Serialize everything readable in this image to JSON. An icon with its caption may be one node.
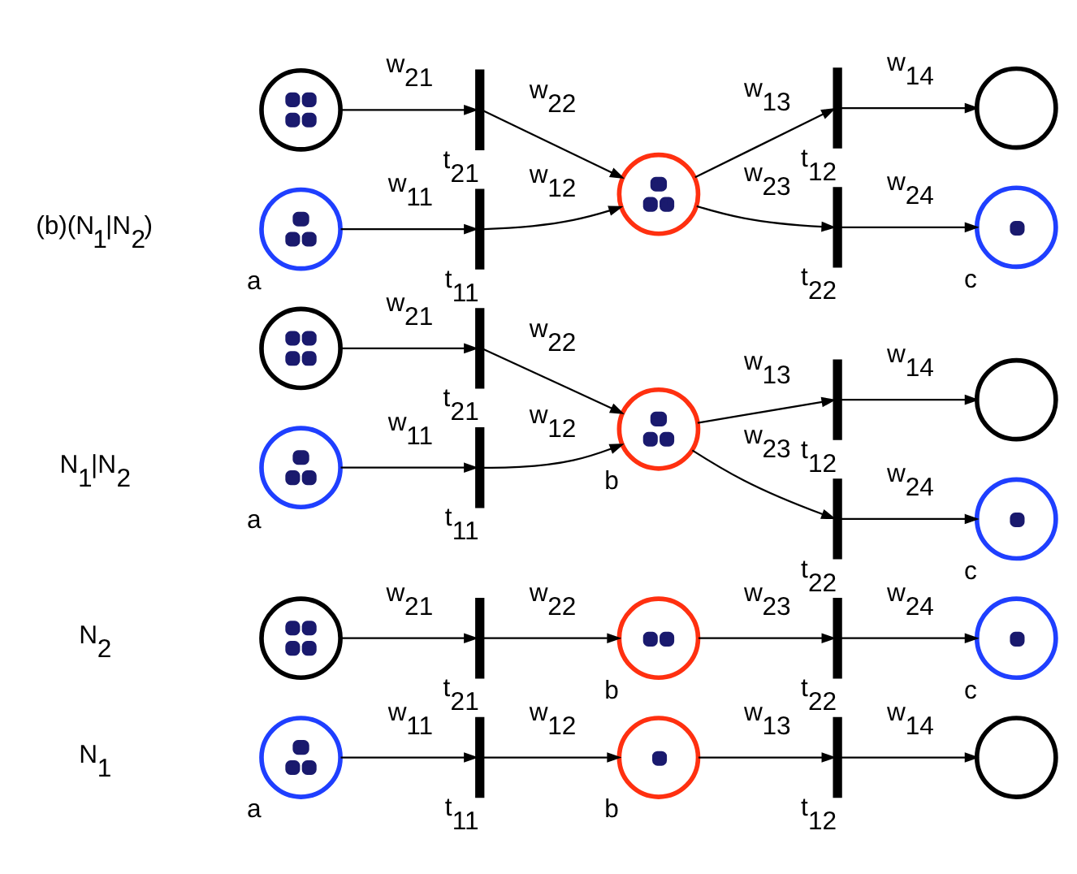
{
  "diagram": {
    "nodes": [
      {
        "text": [],
        "shape": "circle",
        "beside": [
          "a"
        ]
      },
      {
        "text": [],
        "shape": "bar",
        "beside": [
          "t$_{11}$"
        ]
      },
      {
        "text": [],
        "shape": "circle",
        "beside": [
          "b"
        ]
      },
      {
        "text": [],
        "shape": "bar",
        "beside": [
          "t$_{12}$"
        ]
      },
      {
        "text": [],
        "shape": "circle"
      },
      {
        "text": [],
        "shape": "circle"
      },
      {
        "text": [],
        "shape": "bar",
        "beside": [
          "t$_{21}$"
        ]
      },
      {
        "text": [],
        "shape": "circle",
        "beside": [
          "b"
        ]
      },
      {
        "text": [],
        "shape": "bar",
        "beside": [
          "t$_{22}$"
        ]
      },
      {
        "text": [],
        "shape": "circle",
        "beside": [
          "c"
        ]
      },
      {
        "text": [],
        "shape": "circle",
        "beside": [
          "a"
        ]
      },
      {
        "text": [],
        "shape": "bar",
        "beside": [
          "t$_{11}$"
        ]
      },
      {
        "text": [],
        "shape": "circle"
      },
      {
        "text": [],
        "shape": "bar",
        "beside": [
          "t$_{21}$"
        ]
      },
      {
        "text": [],
        "shape": "circle",
        "beside": [
          "b"
        ]
      },
      {
        "text": [],
        "shape": "bar",
        "beside": [
          "t$_{12}$"
        ]
      },
      {
        "text": [],
        "shape": "bar",
        "beside": [
          "t$_{22}$"
        ]
      },
      {
        "text": [],
        "shape": "circle"
      },
      {
        "text": [],
        "shape": "circle",
        "beside": [
          "c"
        ]
      },
      {
        "text": [],
        "shape": "circle",
        "beside": [
          "a"
        ]
      },
      {
        "text": [],
        "shape": "bar",
        "beside": [
          "t$_{11}$"
        ]
      },
      {
        "text": [],
        "shape": "circle"
      },
      {
        "text": [],
        "shape": "bar",
        "beside": [
          "t$_{21}$"
        ]
      },
      {
        "text": [],
        "shape": "circle"
      },
      {
        "text": [],
        "shape": "bar",
        "beside": [
          "t$_{12}$"
        ]
      },
      {
        "text": [],
        "shape": "bar",
        "beside": [
          "t$_{22}$"
        ]
      },
      {
        "text": [],
        "shape": "circle"
      },
      {
        "text": [],
        "shape": "circle",
        "beside": [
          "c"
        ]
      }
    ],
    "edges": [
      {
        "from": 0,
        "to": 1,
        "arrow": "to",
        "label": "w$_{11}$"
      },
      {
        "from": 1,
        "to": 2,
        "arrow": "to",
        "label": "w$_{12}$"
      },
      {
        "from": 2,
        "to": 3,
        "arrow": "to",
        "label": "w$_{13}$"
      },
      {
        "from": 3,
        "to": 4,
        "arrow": "to",
        "label": "w$_{14}$"
      },
      {
        "from": 5,
        "to": 6,
        "arrow": "to",
        "label": "w$_{21}$"
      },
      {
        "from": 6,
        "to": 7,
        "arrow": "to",
        "label": "w$_{22}$"
      },
      {
        "from": 7,
        "to": 8,
        "arrow": "to",
        "label": "w$_{23}$"
      },
      {
        "from": 8,
        "to": 9,
        "arrow": "to",
        "label": "w$_{24}$"
      },
      {
        "from": 10,
        "to": 11,
        "arrow": "to",
        "label": "w$_{11}$"
      },
      {
        "from": 12,
        "to": 13,
        "arrow": "to",
        "label": "w$_{21}$"
      },
      {
        "from": 11,
        "to": 14,
        "arrow": "to",
        "label": "w$_{12}$"
      },
      {
        "from": 13,
        "to": 14,
        "arrow": "to",
        "label": "w$_{22}$"
      },
      {
        "from": 14,
        "to": 15,
        "arrow": "to",
        "label": "w$_{13}$"
      },
      {
        "from": 14,
        "to": 16,
        "arrow": "to",
        "label": "w$_{23}$"
      },
      {
        "from": 15,
        "to": 17,
        "arrow": "to",
        "label": "w$_{14}$"
      },
      {
        "from": 16,
        "to": 18,
        "arrow": "to",
        "label": "w$_{24}$"
      },
      {
        "from": 19,
        "to": 20,
        "arrow": "to",
        "label": "w$_{11}$"
      },
      {
        "from": 21,
        "to": 22,
        "arrow": "to",
        "label": "w$_{21}$"
      },
      {
        "from": 20,
        "to": 23,
        "arrow": "to",
        "label": "w$_{12}$"
      },
      {
        "from": 22,
        "to": 23,
        "arrow": "to",
        "label": "w$_{22}$"
      },
      {
        "from": 23,
        "to": 24,
        "arrow": "to",
        "label": "w$_{13}$"
      },
      {
        "from": 23,
        "to": 25,
        "arrow": "to",
        "label": "w$_{23}$"
      },
      {
        "from": 24,
        "to": 26,
        "arrow": "to",
        "label": "w$_{14}$"
      },
      {
        "from": 25,
        "to": 27,
        "arrow": "to",
        "label": "w$_{24}$"
      }
    ],
    "labels": [
      "N$_{1}$",
      "N$_{2}$",
      "N$_{1}$|N$_{2}$",
      "(b)(N$_{1}$|N$_{2}$)"
    ]
  }
}
